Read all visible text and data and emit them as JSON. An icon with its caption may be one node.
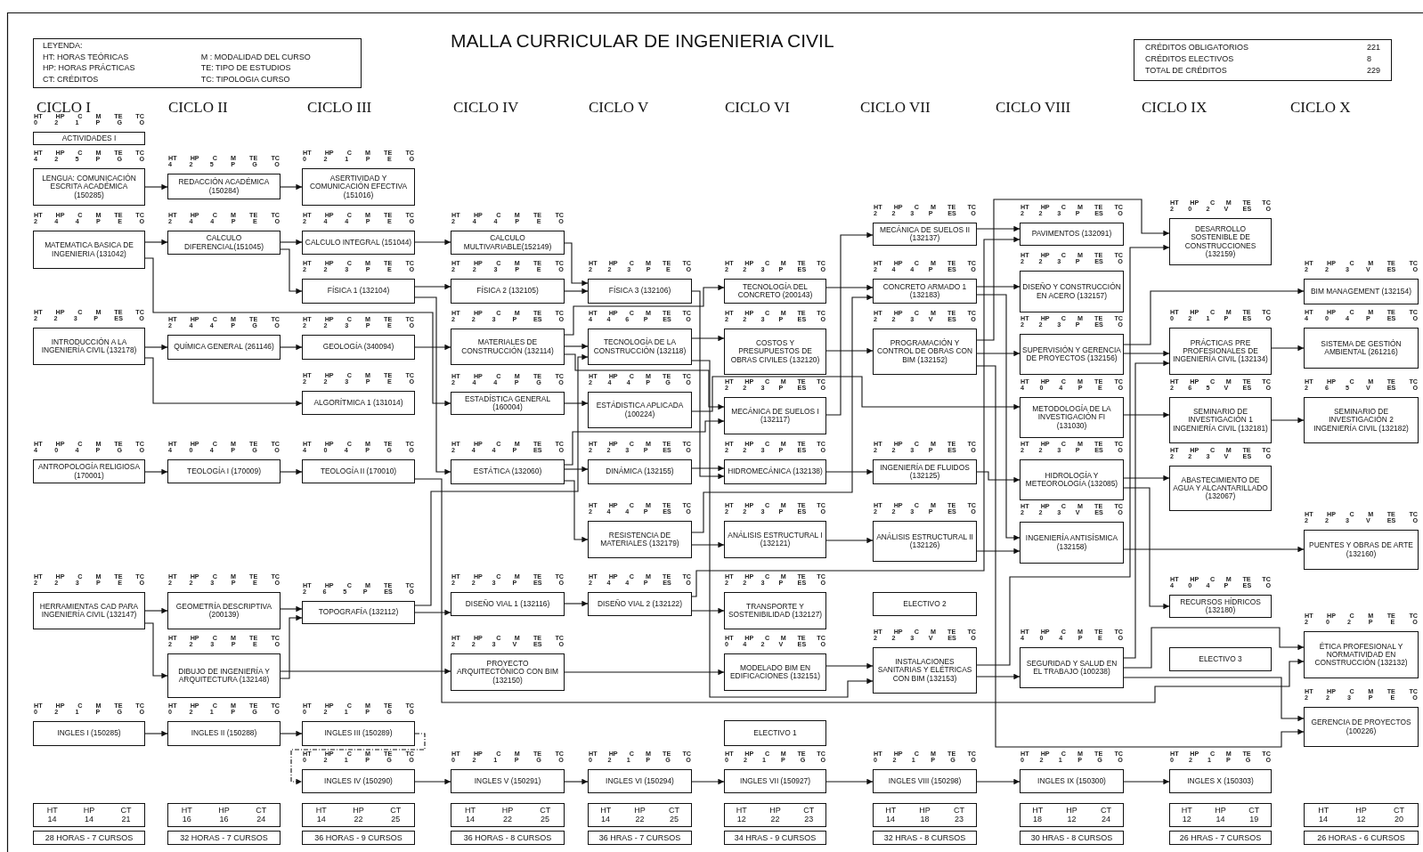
{
  "diagram": {
    "title": "MALLA CURRICULAR DE INGENIERIA CIVIL",
    "nodes": [
      {
        "text": [
          "LEYENDA:",
          "HT: HORAS TEÓRICAS",
          "HP: HORAS PRÁCTICAS",
          "CT: CRÉDITOS",
          "M : MODALIDAD DEL CURSO",
          "TE: TIPO DE ESTUDIOS",
          "TC: TIPOLOGIA CURSO"
        ]
      },
      {
        "text": [
          "CRÉDITOS OBLIGATORIOS",
          "221",
          "CRÉDITOS ELECTIVOS",
          "8",
          "TOTAL DE CRÉDITOS",
          "229"
        ]
      },
      {
        "text": [
          "ACTIVIDADES I"
        ],
        "beside": [
          "HT HP C M TE TC",
          "0 2 1 P G O"
        ]
      },
      {
        "text": [
          "LENGUA: COMUNICACIÓN ESCRITA ACADÉMICA (150285)"
        ],
        "beside": [
          "HT HP C M TE TC",
          "4 2 5 P G O"
        ]
      },
      {
        "text": [
          "MATEMATICA BASICA DE INGENIERIA (131042)"
        ],
        "beside": [
          "HT HP C M TE TC",
          "2 4 4 P E O"
        ]
      },
      {
        "text": [
          "INTRODUCCIÓN A LA INGENIERÍA CIVIL (132178)"
        ],
        "beside": [
          "HT HP C M TE TC",
          "2 2 3 P ES O"
        ]
      },
      {
        "text": [
          "ANTROPOLOGÍA RELIGIOSA (170001)"
        ],
        "beside": [
          "HT HP C M TE TC",
          "4 0 4 P G O"
        ]
      },
      {
        "text": [
          "HERRAMIENTAS CAD PARA INGENIERÍA CIVIL (132147)"
        ],
        "beside": [
          "HT HP C M TE TC",
          "2 2 3 P E O"
        ]
      },
      {
        "text": [
          "INGLES I (150285)"
        ],
        "beside": [
          "HT HP C M TE TC",
          "0 2 1 P G O"
        ]
      },
      {
        "text": [
          "REDACCIÓN ACADÉMICA (150284)"
        ],
        "beside": [
          "HT HP C M TE TC",
          "4 2 5 P G O"
        ]
      },
      {
        "text": [
          "CALCULO DIFERENCIAL(151045)"
        ],
        "beside": [
          "HT HP C M TE TC",
          "2 4 4 P E O"
        ]
      },
      {
        "text": [
          "QUÍMICA GENERAL (261146)"
        ],
        "beside": [
          "HT HP C M TE TC",
          "2 4 4 P G O"
        ]
      },
      {
        "text": [
          "TEOLOGÍA I (170009)"
        ],
        "beside": [
          "HT HP C M TE TC",
          "4 0 4 P G O"
        ]
      },
      {
        "text": [
          "GEOMETRÍA DESCRIPTIVA (200139)"
        ],
        "beside": [
          "HT HP C M TE TC",
          "2 2 3 P E O"
        ]
      },
      {
        "text": [
          "DIBUJO DE INGENIERÍA Y ARQUITECTURA (132148)"
        ],
        "beside": [
          "HT HP C M TE TC",
          "2 2 3 P E O"
        ]
      },
      {
        "text": [
          "INGLES II (150288)"
        ],
        "beside": [
          "HT HP C M TE TC",
          "0 2 1 P G O"
        ]
      },
      {
        "text": [
          "ASERTIVIDAD Y COMUNICACIÓN EFECTIVA (151016)"
        ],
        "beside": [
          "HT HP C M TE TC",
          "0 2 1 P E O"
        ]
      },
      {
        "text": [
          "CALCULO INTEGRAL (151044)"
        ],
        "beside": [
          "HT HP C M TE TC",
          "2 4 4 P E O"
        ]
      },
      {
        "text": [
          "FÍSICA 1 (132104)"
        ],
        "beside": [
          "HT HP C M TE TC",
          "2 2 3 P E O"
        ]
      },
      {
        "text": [
          "GEOLOGÍA (340094)"
        ],
        "beside": [
          "HT HP C M TE TC",
          "2 2 3 P E O"
        ]
      },
      {
        "text": [
          "ALGORÍTMICA 1 (131014)"
        ],
        "beside": [
          "HT HP C M TE TC",
          "2 2 3 P E O"
        ]
      },
      {
        "text": [
          "TEOLOGÍA II (170010)"
        ],
        "beside": [
          "HT HP C M TE TC",
          "4 0 4 P G O"
        ]
      },
      {
        "text": [
          "TOPOGRAFÍA (132112)"
        ],
        "beside": [
          "HT HP C M TE TC",
          "2 6 5 P ES O"
        ]
      },
      {
        "text": [
          "INGLES III (150289)"
        ],
        "beside": [
          "HT HP C M TE TC",
          "0 2 1 P G O"
        ]
      },
      {
        "text": [
          "INGLES IV (150290)"
        ],
        "beside": [
          "HT HP C M TE TC",
          "0 2 1 P G O"
        ]
      },
      {
        "text": [
          "CALCULO MULTIVARIABLE(152149)"
        ],
        "beside": [
          "HT HP C M TE TC",
          "2 4 4 P E O"
        ]
      },
      {
        "text": [
          "FÍSICA 2 (132105)"
        ],
        "beside": [
          "HT HP C M TE TC",
          "2 2 3 P E O"
        ]
      },
      {
        "text": [
          "MATERIALES DE CONSTRUCCIÓN (132114)"
        ],
        "beside": [
          "HT HP C M TE TC",
          "2 2 3 P ES O"
        ]
      },
      {
        "text": [
          "ESTADÍSTICA GENERAL (160004)"
        ],
        "beside": [
          "HT HP C M TE TC",
          "2 4 4 P G O"
        ]
      },
      {
        "text": [
          "ESTÁTICA (132060)"
        ],
        "beside": [
          "HT HP C M TE TC",
          "2 4 4 P ES O"
        ]
      },
      {
        "text": [
          "DISEÑO VIAL 1 (132116)"
        ],
        "beside": [
          "HT HP C M TE TC",
          "2 2 3 P ES O"
        ]
      },
      {
        "text": [
          "PROYECTO ARQUITECTÓNICO CON BIM (132150)"
        ],
        "beside": [
          "HT HP C M TE TC",
          "2 2 3 V ES O"
        ]
      },
      {
        "text": [
          "INGLES V (150291)"
        ],
        "beside": [
          "HT HP C M TE TC",
          "0 2 1 P G O"
        ]
      },
      {
        "text": [
          "FÍSICA 3 (132106)"
        ],
        "beside": [
          "HT HP C M TE TC",
          "2 2 3 P E O"
        ]
      },
      {
        "text": [
          "TECNOLOGÍA DE LA CONSTRUCCIÓN (132118)"
        ],
        "beside": [
          "HT HP C M TE TC",
          "4 4 6 P ES O"
        ]
      },
      {
        "text": [
          "ESTÁDISTICA APLICADA (100224)"
        ],
        "beside": [
          "HT HP C M TE TC",
          "2 4 4 P G O"
        ]
      },
      {
        "text": [
          "DINÁMICA (132155)"
        ],
        "beside": [
          "HT HP C M TE TC",
          "2 2 3 P ES O"
        ]
      },
      {
        "text": [
          "RESISTENCIA DE MATERIALES (132179)"
        ],
        "beside": [
          "HT HP C M TE TC",
          "2 4 4 P ES O"
        ]
      },
      {
        "text": [
          "DISEÑO VIAL 2 (132122)"
        ],
        "beside": [
          "HT HP C M TE TC",
          "2 4 4 P ES O"
        ]
      },
      {
        "text": [
          "INGLES VI (150294)"
        ],
        "beside": [
          "HT HP C M TE TC",
          "0 2 1 P G O"
        ]
      },
      {
        "text": [
          "TECNOLOGÍA DEL CONCRETO (200143)"
        ],
        "beside": [
          "HT HP C M TE TC",
          "2 2 3 P ES O"
        ]
      },
      {
        "text": [
          "COSTOS Y PRESUPUESTOS DE OBRAS CIVILES (132120)"
        ],
        "beside": [
          "HT HP C M TE TC",
          "2 2 3 P ES O"
        ]
      },
      {
        "text": [
          "MECÁNICA DE SUELOS I (132117)"
        ],
        "beside": [
          "HT HP C M TE TC",
          "2 2 3 P ES O"
        ]
      },
      {
        "text": [
          "HIDROMECÁNICA (132138)"
        ],
        "beside": [
          "HT HP C M TE TC",
          "2 2 3 P ES O"
        ]
      },
      {
        "text": [
          "ANÁLISIS ESTRUCTURAL I (132121)"
        ],
        "beside": [
          "HT HP C M TE TC",
          "2 2 3 P ES O"
        ]
      },
      {
        "text": [
          "TRANSPORTE Y SOSTENIBILIDAD (132127)"
        ],
        "beside": [
          "HT HP C M TE TC",
          "2 2 3 P ES O"
        ]
      },
      {
        "text": [
          "MODELADO BIM EN EDIFICACIONES (132151)"
        ],
        "beside": [
          "HT HP C M TE TC",
          "0 4 2 V ES O"
        ]
      },
      {
        "text": [
          "ELECTIVO 1"
        ]
      },
      {
        "text": [
          "INGLES VII (150927)"
        ],
        "beside": [
          "HT HP C M TE TC",
          "0 2 1 P G O"
        ]
      },
      {
        "text": [
          "MECÁNICA DE SUELOS II (132137)"
        ],
        "beside": [
          "HT HP C M TE TC",
          "2 2 3 P ES O"
        ]
      },
      {
        "text": [
          "CONCRETO ARMADO 1 (132183)"
        ],
        "beside": [
          "HT HP C M TE TC",
          "2 4 4 P ES O"
        ]
      },
      {
        "text": [
          "PROGRAMACIÓN Y CONTROL DE OBRAS CON BIM (132152)"
        ],
        "beside": [
          "HT HP C M TE TC",
          "2 2 3 V ES O"
        ]
      },
      {
        "text": [
          "INGENIERÍA DE FLUIDOS (132125)"
        ],
        "beside": [
          "HT HP C M TE TC",
          "2 2 3 P ES O"
        ]
      },
      {
        "text": [
          "ANÁLISIS ESTRUCTURAL II (132126)"
        ],
        "beside": [
          "HT HP C M TE TC",
          "2 2 3 P ES O"
        ]
      },
      {
        "text": [
          "ELECTIVO 2"
        ]
      },
      {
        "text": [
          "INSTALACIONES SANITARIAS Y ELÉTRICAS CON BIM (132153)"
        ],
        "beside": [
          "HT HP C M TE TC",
          "2 2 3 V ES O"
        ]
      },
      {
        "text": [
          "INGLES VIII (150298)"
        ],
        "beside": [
          "HT HP C M TE TC",
          "0 2 1 P G O"
        ]
      },
      {
        "text": [
          "PAVIMENTOS (132091)"
        ],
        "beside": [
          "HT HP C M TE TC",
          "2 2 3 P ES O"
        ]
      },
      {
        "text": [
          "DISEÑO Y CONSTRUCCIÓN EN ACERO (132157)"
        ],
        "beside": [
          "HT HP C M TE TC",
          "2 2 3 P ES O"
        ]
      },
      {
        "text": [
          "SUPERVISIÓN Y GERENCIA DE PROYECTOS (132156)"
        ],
        "beside": [
          "HT HP C M TE TC",
          "2 2 3 P ES O"
        ]
      },
      {
        "text": [
          "METODOLOGÍA DE LA INVESTIGACIÓN FI (131030)"
        ],
        "beside": [
          "HT HP C M TE TC",
          "4 0 4 P E O"
        ]
      },
      {
        "text": [
          "HIDROLOGÍA Y METEOROLOGÍA (132085)"
        ],
        "beside": [
          "HT HP C M TE TC",
          "2 2 3 P ES O"
        ]
      },
      {
        "text": [
          "INGENIERÍA ANTISÍSMICA (132158)"
        ],
        "beside": [
          "HT HP C M TE TC",
          "2 2 3 V ES O"
        ]
      },
      {
        "text": [
          "SEGURIDAD Y SALUD EN EL TRABAJO (100238)"
        ],
        "beside": [
          "HT HP C M TE TC",
          "4 0 4 P E O"
        ]
      },
      {
        "text": [
          "INGLES IX (150300)"
        ],
        "beside": [
          "HT HP C M TE TC",
          "0 2 1 P G O"
        ]
      },
      {
        "text": [
          "DESARROLLO SOSTENIBLE DE CONSTRUCCIONES (132159)"
        ],
        "beside": [
          "HT HP C M TE TC",
          "2 0 2 V ES O"
        ]
      },
      {
        "text": [
          "PRÁCTICAS PRE PROFESIONALES DE INGENIERÍA CIVIL (132134)"
        ],
        "beside": [
          "HT HP C M TE TC",
          "0 2 1 P ES O"
        ]
      },
      {
        "text": [
          "SEMINARIO DE INVESTIGACIÓN 1 INGENIERÍA CIVIL (132181)"
        ],
        "beside": [
          "HT HP C M TE TC",
          "2 6 5 V ES O"
        ]
      },
      {
        "text": [
          "ABASTECIMIENTO DE AGUA Y ALCANTARILLADO (132067)"
        ],
        "beside": [
          "HT HP C M TE TC",
          "2 2 3 V ES O"
        ]
      },
      {
        "text": [
          "RECURSOS HÍDRICOS (132180)"
        ],
        "beside": [
          "HT HP C M TE TC",
          "4 0 4 P ES O"
        ]
      },
      {
        "text": [
          "ELECTIVO 3"
        ]
      },
      {
        "text": [
          "INGLES X (150303)"
        ],
        "beside": [
          "HT HP C M TE TC",
          "0 2 1 P G O"
        ]
      },
      {
        "text": [
          "BIM MANAGEMENT (132154)"
        ],
        "beside": [
          "HT HP C M TE TC",
          "2 2 3 V ES O"
        ]
      },
      {
        "text": [
          "SISTEMA DE GESTIÓN AMBIENTAL (261216)"
        ],
        "beside": [
          "HT HP C M TE TC",
          "4 0 4 P ES O"
        ]
      },
      {
        "text": [
          "SEMINARIO DE INVESTIGACIÓN 2 INGENIERÍA CIVIL (132182)"
        ],
        "beside": [
          "HT HP C M TE TC",
          "2 6 5 V ES O"
        ]
      },
      {
        "text": [
          "PUENTES Y OBRAS DE ARTE (132160)"
        ],
        "beside": [
          "HT HP C M TE TC",
          "2 2 3 V ES O"
        ]
      },
      {
        "text": [
          "ÉTICA PROFESIONAL Y NORMATIVIDAD EN CONSTRUCCIÓN (132132)"
        ],
        "beside": [
          "HT HP C M TE TC",
          "2 0 2 P E O"
        ]
      },
      {
        "text": [
          "GERENCIA DE PROYECTOS (100226)"
        ],
        "beside": [
          "HT HP C M TE TC",
          "2 2 3 P E O"
        ]
      },
      {
        "text": [
          "HT 14",
          "HP 14",
          "CT 21"
        ]
      },
      {
        "text": [
          "HT 16",
          "HP 16",
          "CT 24"
        ]
      },
      {
        "text": [
          "HT 14",
          "HP 22",
          "CT 25"
        ]
      },
      {
        "text": [
          "HT 14",
          "HP 22",
          "CT 25"
        ]
      },
      {
        "text": [
          "HT 14",
          "HP 22",
          "CT 25"
        ]
      },
      {
        "text": [
          "HT 12",
          "HP 22",
          "CT 23"
        ]
      },
      {
        "text": [
          "HT 14",
          "HP 18",
          "CT 23"
        ]
      },
      {
        "text": [
          "HT 18",
          "HP 12",
          "CT 24"
        ]
      },
      {
        "text": [
          "HT 12",
          "HP 14",
          "CT 19"
        ]
      },
      {
        "text": [
          "HT 14",
          "HP 12",
          "CT 20"
        ]
      },
      {
        "text": [
          "28 HORAS - 7 CURSOS"
        ]
      },
      {
        "text": [
          "32 HORAS - 7 CURSOS"
        ]
      },
      {
        "text": [
          "36 HORAS - 9 CURSOS"
        ]
      },
      {
        "text": [
          "36 HORAS - 8 CURSOS"
        ]
      },
      {
        "text": [
          "36 HRAS - 7 CURSOS"
        ]
      },
      {
        "text": [
          "34 HRAS - 9 CURSOS"
        ]
      },
      {
        "text": [
          "32 HRAS - 8 CURSOS"
        ]
      },
      {
        "text": [
          "30 HRAS - 8 CURSOS"
        ]
      },
      {
        "text": [
          "26 HRAS - 7 CURSOS"
        ]
      },
      {
        "text": [
          "26 HORAS - 6 CURSOS"
        ]
      }
    ],
    "edges": [
      {
        "from": 3,
        "to": 9,
        "arrow": "to"
      },
      {
        "from": 9,
        "to": 16,
        "arrow": "to"
      },
      {
        "from": 4,
        "to": 10,
        "arrow": "to"
      },
      {
        "from": 10,
        "to": 17,
        "arrow": "to"
      },
      {
        "from": 17,
        "to": 25,
        "arrow": "to"
      },
      {
        "from": 10,
        "to": 18,
        "arrow": "to"
      },
      {
        "from": 4,
        "to": 28,
        "arrow": "to"
      },
      {
        "from": 5,
        "to": 11,
        "arrow": "to"
      },
      {
        "from": 11,
        "to": 19,
        "arrow": "to"
      },
      {
        "from": 5,
        "to": 20,
        "arrow": "to"
      },
      {
        "from": 19,
        "to": 27,
        "arrow": "to"
      },
      {
        "from": 18,
        "to": 26,
        "arrow": "to"
      },
      {
        "from": 18,
        "to": 29,
        "arrow": "to"
      },
      {
        "from": 6,
        "to": 12,
        "arrow": "to"
      },
      {
        "from": 12,
        "to": 21,
        "arrow": "to"
      },
      {
        "from": 21,
        "to": 76,
        "arrow": "to"
      },
      {
        "from": 7,
        "to": 13,
        "arrow": "to"
      },
      {
        "from": 7,
        "to": 14,
        "arrow": "to"
      },
      {
        "from": 13,
        "to": 22,
        "arrow": "to"
      },
      {
        "from": 14,
        "to": 22,
        "arrow": "to"
      },
      {
        "from": 14,
        "to": 31,
        "arrow": "to"
      },
      {
        "from": 22,
        "to": 30,
        "arrow": "to"
      },
      {
        "from": 22,
        "to": 34,
        "arrow": "to"
      },
      {
        "from": 8,
        "to": 15,
        "arrow": "to"
      },
      {
        "from": 15,
        "to": 23,
        "arrow": "to"
      },
      {
        "from": 23,
        "to": 24,
        "arrow": "to",
        "style": "dashed"
      },
      {
        "from": 24,
        "to": 32,
        "arrow": "to"
      },
      {
        "from": 32,
        "to": 39,
        "arrow": "to"
      },
      {
        "from": 39,
        "to": 48,
        "arrow": "to"
      },
      {
        "from": 48,
        "to": 56,
        "arrow": "to"
      },
      {
        "from": 56,
        "to": 64,
        "arrow": "to"
      },
      {
        "from": 64,
        "to": 71,
        "arrow": "to"
      },
      {
        "from": 25,
        "to": 33,
        "arrow": "to"
      },
      {
        "from": 26,
        "to": 33,
        "arrow": "to"
      },
      {
        "from": 27,
        "to": 40,
        "arrow": "to"
      },
      {
        "from": 27,
        "to": 34,
        "arrow": "to"
      },
      {
        "from": 33,
        "to": 43,
        "arrow": "to"
      },
      {
        "from": 34,
        "to": 41,
        "arrow": "to"
      },
      {
        "from": 35,
        "to": 60,
        "arrow": "to"
      },
      {
        "from": 27,
        "to": 42,
        "arrow": "to"
      },
      {
        "from": 29,
        "to": 42,
        "arrow": "to"
      },
      {
        "from": 29,
        "to": 36,
        "arrow": "to"
      },
      {
        "from": 29,
        "to": 37,
        "arrow": "to"
      },
      {
        "from": 28,
        "to": 35,
        "arrow": "to"
      },
      {
        "from": 36,
        "to": 43,
        "arrow": "to"
      },
      {
        "from": 38,
        "to": 45,
        "arrow": "to"
      },
      {
        "from": 30,
        "to": 38,
        "arrow": "to"
      },
      {
        "from": 38,
        "to": 57,
        "arrow": "to"
      },
      {
        "from": 37,
        "to": 44,
        "arrow": "to"
      },
      {
        "from": 37,
        "to": 50,
        "arrow": "to"
      },
      {
        "from": 40,
        "to": 50,
        "arrow": "to"
      },
      {
        "from": 44,
        "to": 53,
        "arrow": "to"
      },
      {
        "from": 53,
        "to": 62,
        "arrow": "to"
      },
      {
        "from": 43,
        "to": 52,
        "arrow": "to"
      },
      {
        "from": 52,
        "to": 61,
        "arrow": "to"
      },
      {
        "from": 31,
        "to": 46,
        "arrow": "to"
      },
      {
        "from": 46,
        "to": 55,
        "arrow": "to"
      },
      {
        "from": 34,
        "to": 55,
        "arrow": "to"
      },
      {
        "from": 55,
        "to": 63,
        "arrow": "to"
      },
      {
        "from": 55,
        "to": 65,
        "arrow": "to"
      },
      {
        "from": 63,
        "to": 66,
        "arrow": "to"
      },
      {
        "from": 63,
        "to": 76,
        "arrow": "to"
      },
      {
        "from": 63,
        "to": 77,
        "arrow": "to"
      },
      {
        "from": 61,
        "to": 68,
        "arrow": "to"
      },
      {
        "from": 61,
        "to": 69,
        "arrow": "to"
      },
      {
        "from": 62,
        "to": 75,
        "arrow": "to"
      },
      {
        "from": 59,
        "to": 66,
        "arrow": "to"
      },
      {
        "from": 59,
        "to": 72,
        "arrow": "to"
      },
      {
        "from": 66,
        "to": 73,
        "arrow": "to"
      },
      {
        "from": 67,
        "to": 74,
        "arrow": "to"
      },
      {
        "from": 60,
        "to": 67,
        "arrow": "to"
      },
      {
        "from": 50,
        "to": 58,
        "arrow": "to"
      },
      {
        "from": 50,
        "to": 62,
        "arrow": "to"
      },
      {
        "from": 51,
        "to": 59,
        "arrow": "to"
      },
      {
        "from": 51,
        "to": 65,
        "arrow": "to"
      },
      {
        "from": 51,
        "to": 77,
        "arrow": "to"
      },
      {
        "from": 41,
        "to": 51,
        "arrow": "to"
      },
      {
        "from": 42,
        "to": 49,
        "arrow": "to"
      },
      {
        "from": 49,
        "to": 57,
        "arrow": "to"
      }
    ],
    "labels": [
      "CICLO I",
      "CICLO II",
      "CICLO III",
      "CICLO IV",
      "CICLO V",
      "CICLO VI",
      "CICLO VII",
      "CICLO VIII",
      "CICLO IX",
      "CICLO X"
    ]
  }
}
